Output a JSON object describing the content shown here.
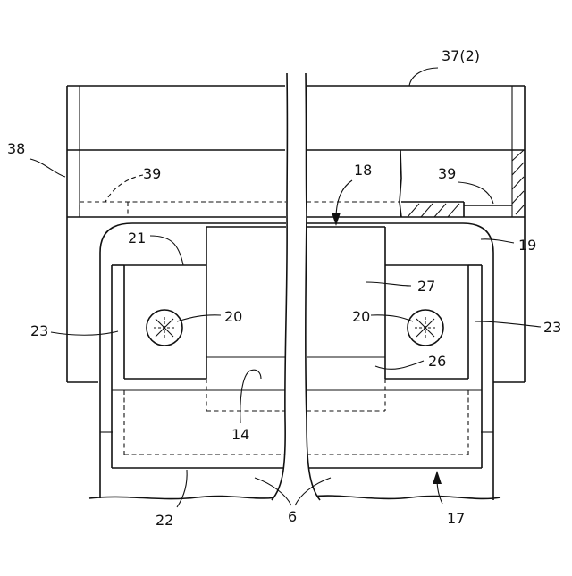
{
  "labels": {
    "l37": "37(2)",
    "l38": "38",
    "l39a": "39",
    "l39b": "39",
    "l18": "18",
    "l19": "19",
    "l21": "21",
    "l27": "27",
    "l20a": "20",
    "l20b": "20",
    "l23a": "23",
    "l23b": "23",
    "l26": "26",
    "l14": "14",
    "l22": "22",
    "l6": "6",
    "l17": "17"
  }
}
